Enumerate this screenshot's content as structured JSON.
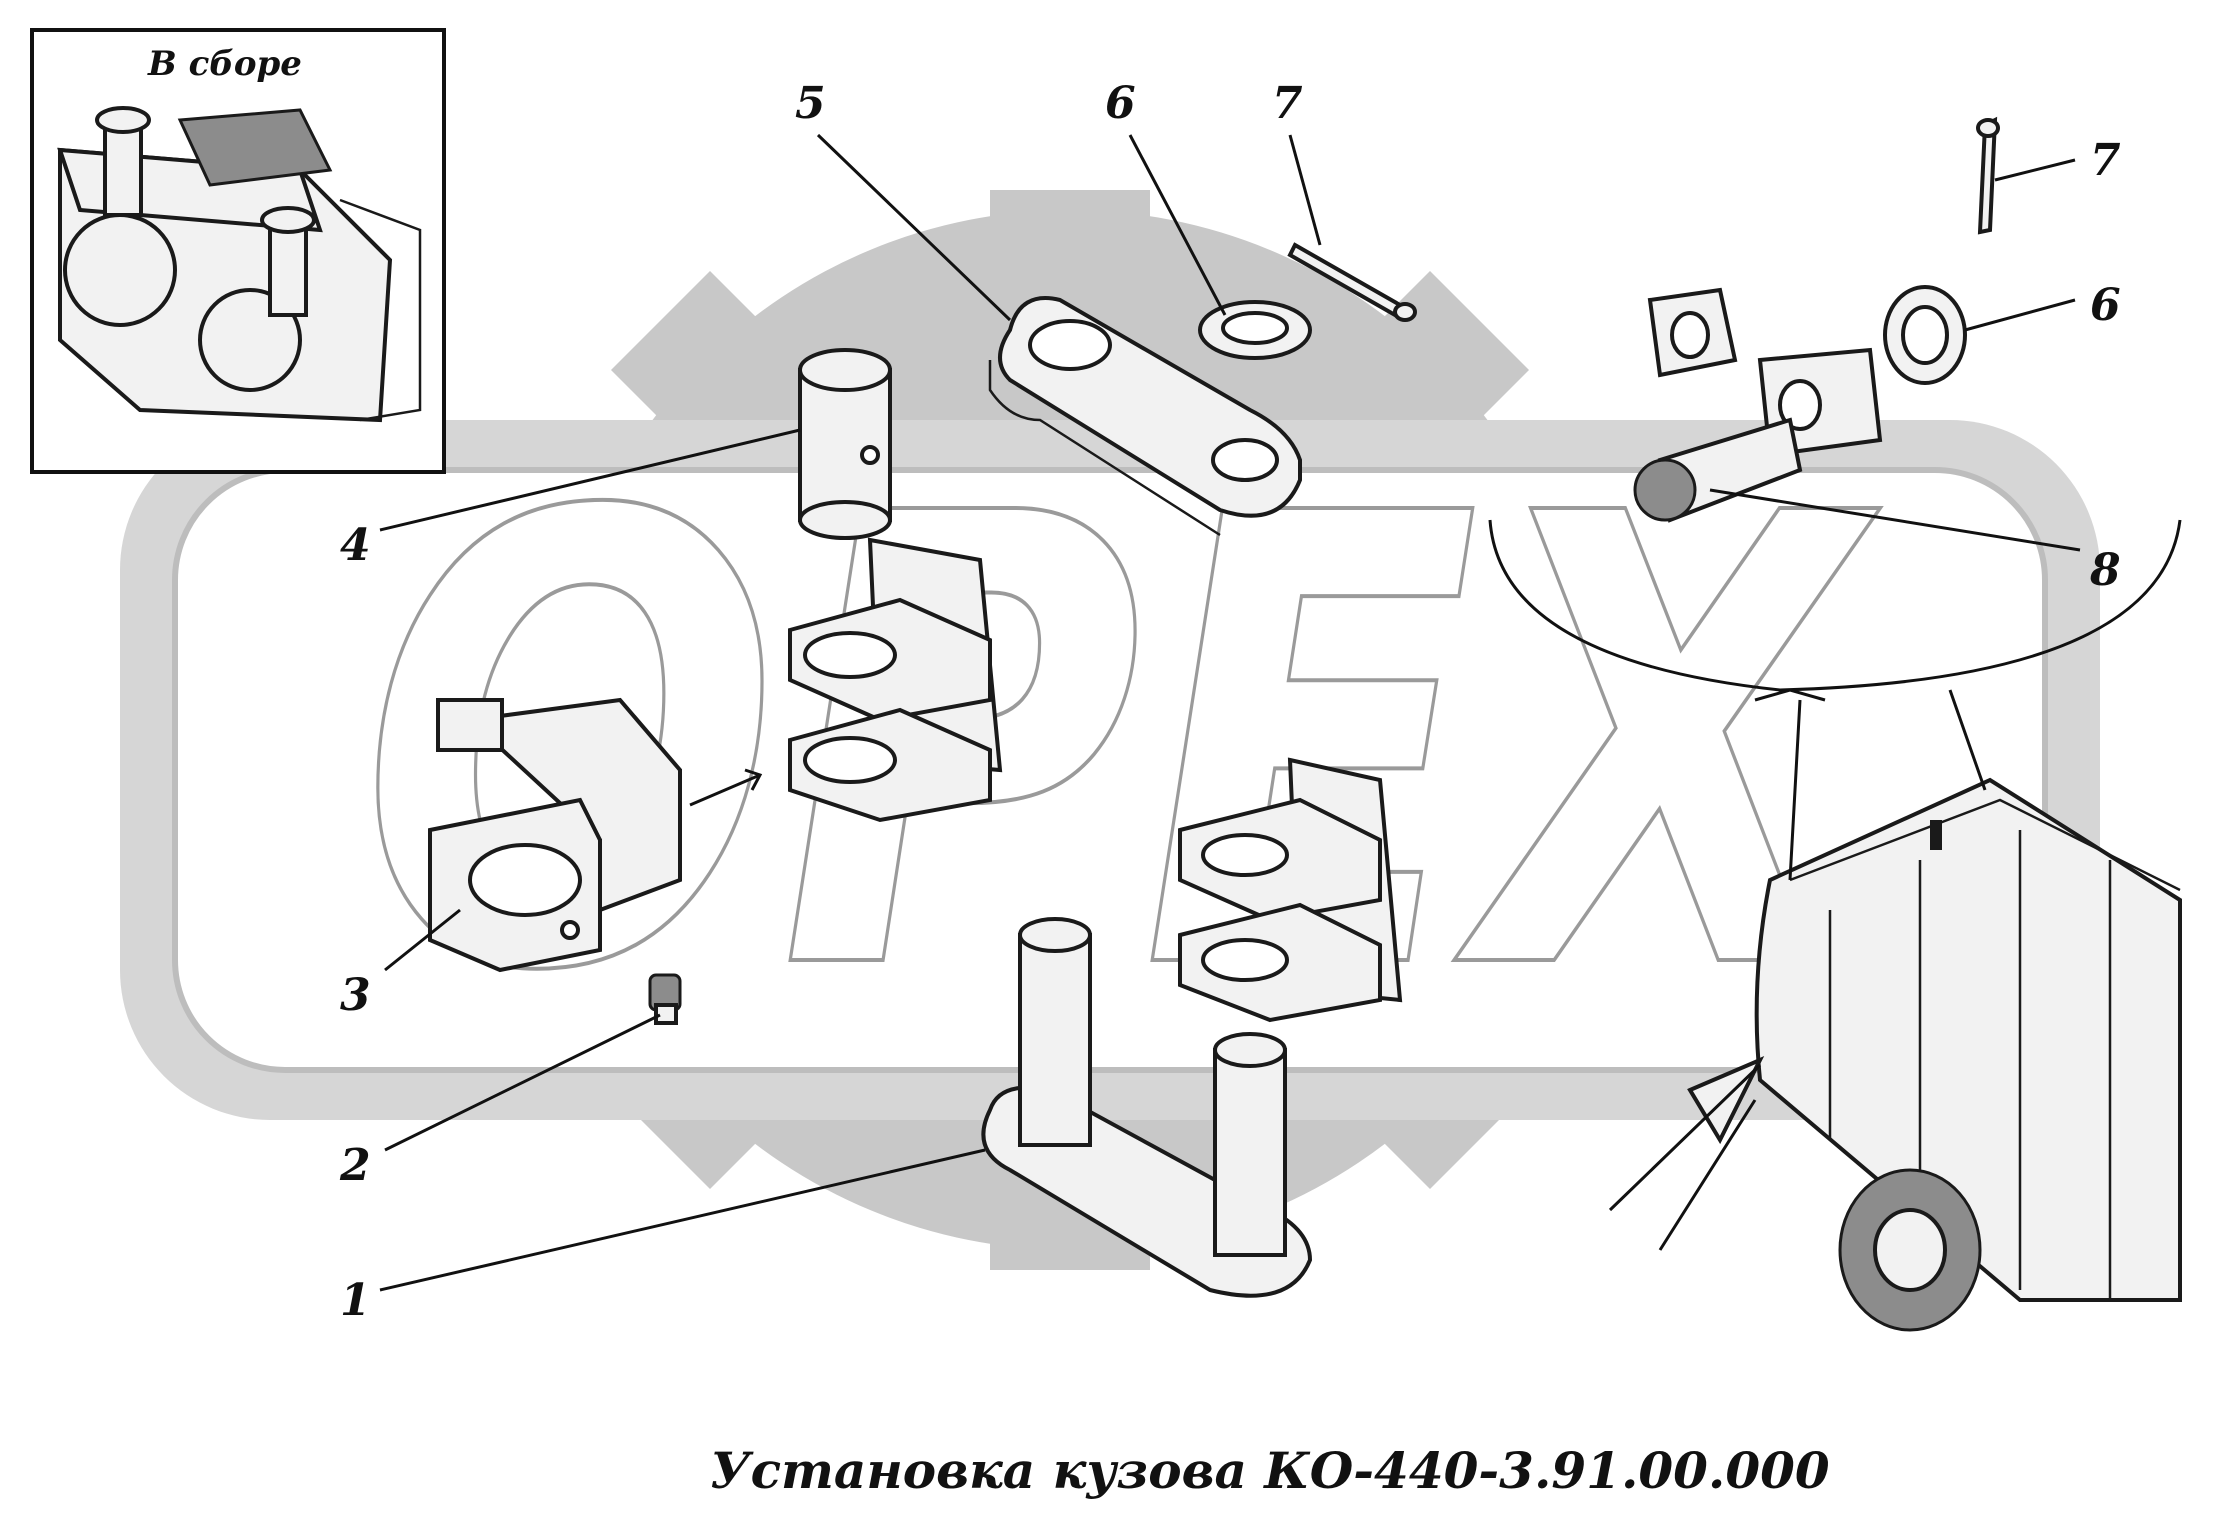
{
  "inset": {
    "title": "В сборе"
  },
  "watermark": {
    "text": "OPEX"
  },
  "callouts": {
    "c1": "1",
    "c2": "2",
    "c3": "3",
    "c4": "4",
    "c5": "5",
    "c6a": "6",
    "c6b": "6",
    "c7a": "7",
    "c7b": "7",
    "c8": "8"
  },
  "caption": "Установка кузова КО-440-3.91.00.000",
  "colors": {
    "watermark_gray": "#c8c8c8",
    "line": "#1a1a1a",
    "part_fill": "#f2f2f2"
  }
}
